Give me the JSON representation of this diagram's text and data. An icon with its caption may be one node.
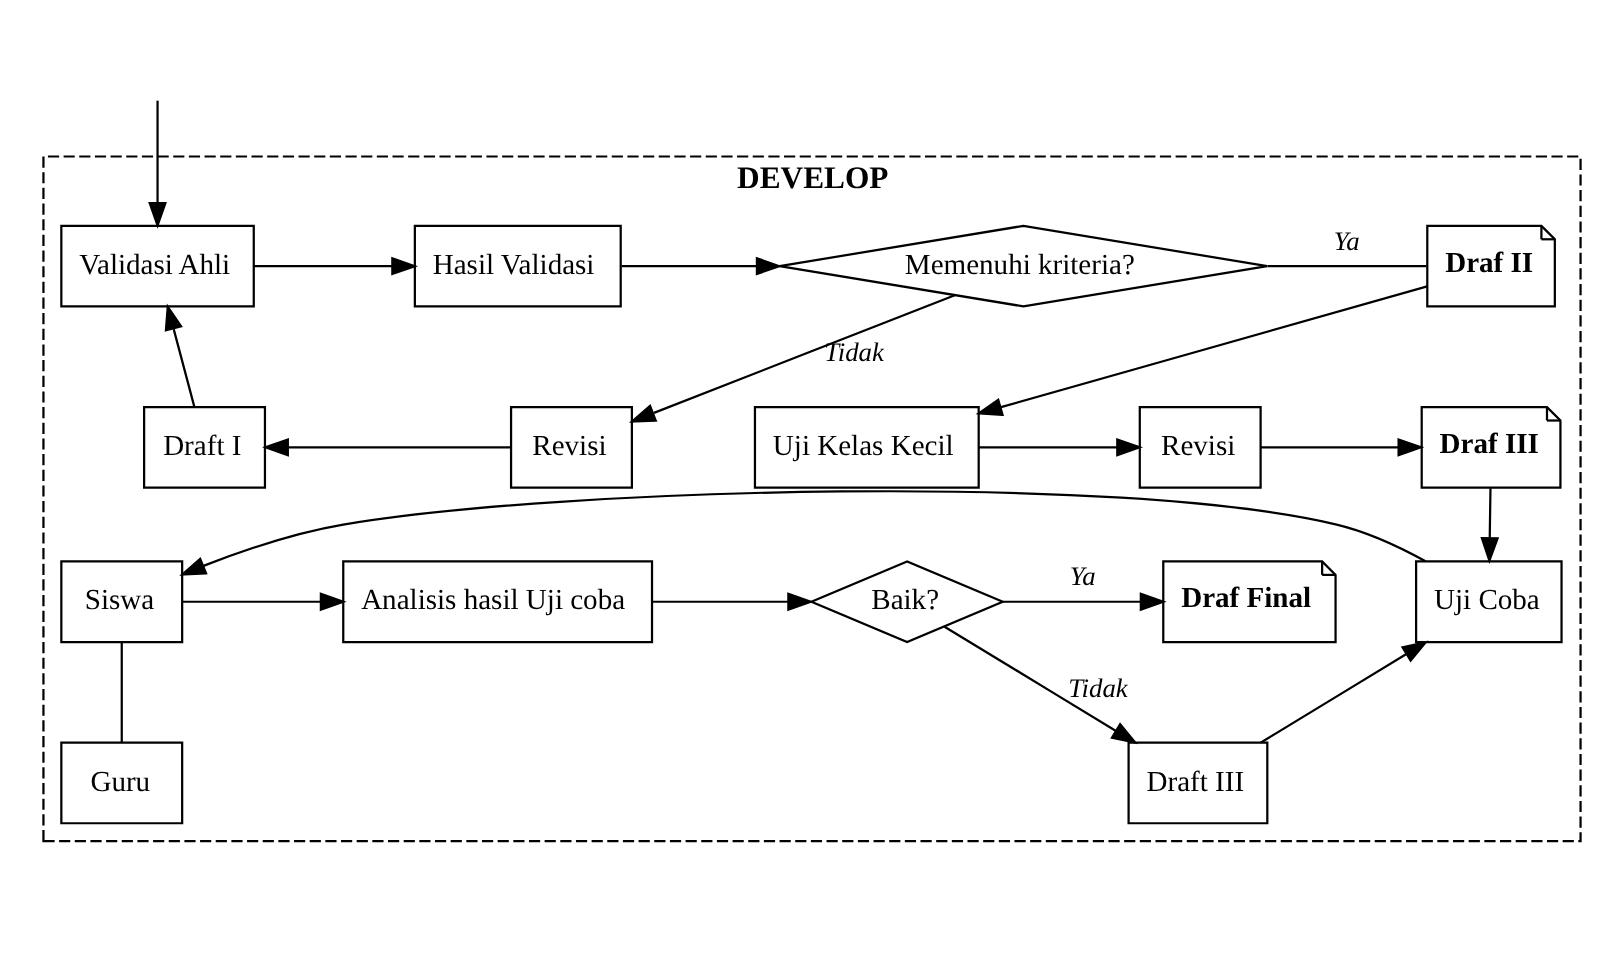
{
  "diagram": {
    "nodes": [
      {
        "text": [
          "DEVELOP"
        ]
      },
      {
        "text": [
          "Draf II"
        ],
        "in": 0
      },
      {
        "text": [
          "Memenuhi kriteria?"
        ],
        "in": 0
      },
      {
        "text": [
          "Hasil Validasi"
        ],
        "in": 0
      },
      {
        "text": [
          "Validasi Ahli"
        ],
        "in": 0
      },
      {
        "text": [
          "Revisi"
        ],
        "in": 0
      },
      {
        "text": [
          "Draft I"
        ],
        "in": 0
      },
      {
        "text": [
          "Uji Kelas Kecil"
        ],
        "in": 0
      },
      {
        "text": [
          "Revisi"
        ],
        "in": 0
      },
      {
        "text": [
          "Draf III"
        ],
        "in": 0
      },
      {
        "text": [
          "Draf Final"
        ],
        "in": 0
      },
      {
        "text": [
          "Baik?"
        ],
        "in": 0
      },
      {
        "text": [
          "Analisis hasil Uji coba"
        ],
        "in": 0
      },
      {
        "text": [
          "Siswa"
        ],
        "in": 0
      },
      {
        "text": [
          "Uji Coba"
        ],
        "in": 0
      },
      {
        "text": [
          "Guru"
        ],
        "in": 0
      },
      {
        "text": [
          "Draft III"
        ],
        "in": 0
      }
    ],
    "edges": [
      {
        "from": null,
        "to": 4,
        "arrow": "to"
      },
      {
        "from": 4,
        "to": 3,
        "arrow": "to"
      },
      {
        "from": 3,
        "to": 2,
        "arrow": "to"
      },
      {
        "from": 2,
        "to": 1,
        "arrow": "none",
        "label": "Ya"
      },
      {
        "from": 2,
        "to": 5,
        "arrow": "to",
        "label": "Tidak"
      },
      {
        "from": 5,
        "to": 6,
        "arrow": "to"
      },
      {
        "from": 6,
        "to": 4,
        "arrow": "to"
      },
      {
        "from": 1,
        "to": 7,
        "arrow": "to"
      },
      {
        "from": 7,
        "to": 8,
        "arrow": "to"
      },
      {
        "from": 8,
        "to": 9,
        "arrow": "to"
      },
      {
        "from": 9,
        "to": 14,
        "arrow": "to"
      },
      {
        "from": 14,
        "to": 13,
        "arrow": "to"
      },
      {
        "from": 13,
        "to": 15,
        "arrow": "none"
      },
      {
        "from": 13,
        "to": 12,
        "arrow": "to"
      },
      {
        "from": 12,
        "to": 11,
        "arrow": "to"
      },
      {
        "from": 11,
        "to": 10,
        "arrow": "to",
        "label": "Ya"
      },
      {
        "from": 11,
        "to": 16,
        "arrow": "to",
        "label": "Tidak"
      },
      {
        "from": 16,
        "to": 14,
        "arrow": "to"
      }
    ]
  }
}
